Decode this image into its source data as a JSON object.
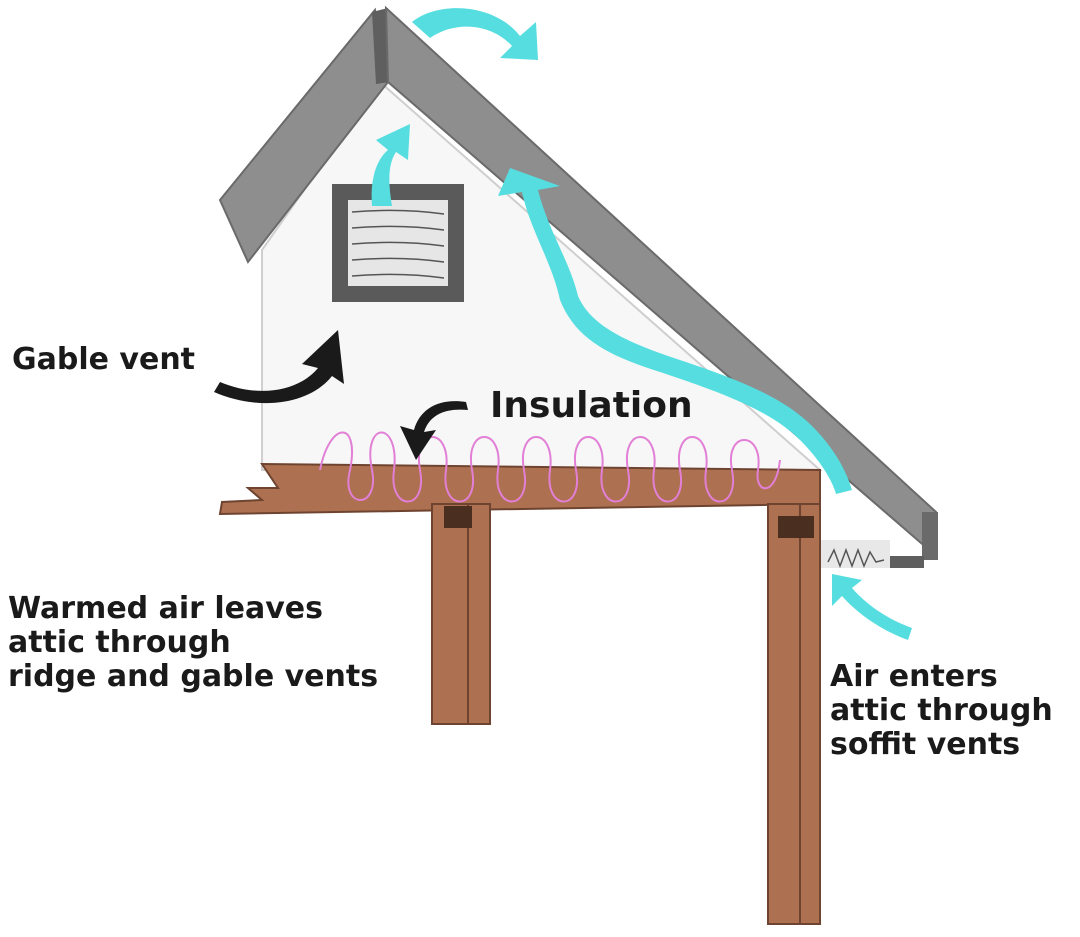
{
  "labels": {
    "gable_vent": "Gable vent",
    "insulation": "Insulation",
    "warmed_air": [
      "Warmed air leaves",
      "attic through",
      "ridge and gable vents"
    ],
    "soffit_air": [
      "Air enters",
      "attic through",
      "soffit vents"
    ]
  },
  "colors": {
    "roof": "#8e8e8e",
    "roof_dark": "#5f5f5f",
    "wall": "#f7f7f7",
    "wood": "#ad7050",
    "wood_dark": "#4a2e20",
    "airflow": "#56dde0",
    "insulation": "#e27fd6",
    "vent_frame": "#5a5a5a",
    "vent_louver": "#e6e6e6"
  }
}
